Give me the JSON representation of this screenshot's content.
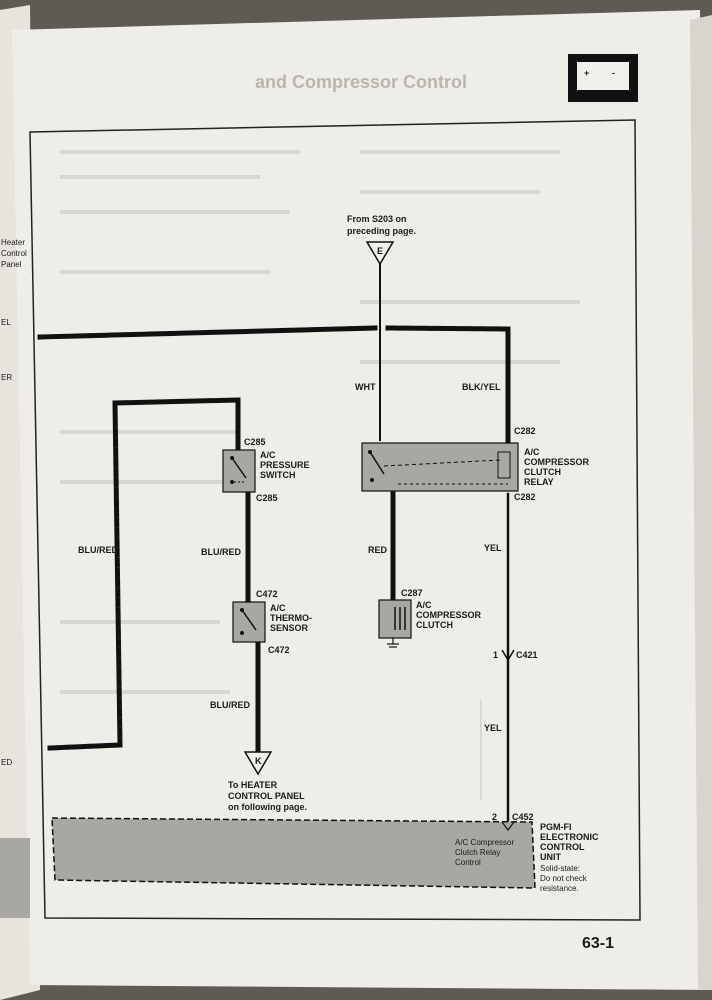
{
  "page": {
    "header_text": "and Compressor Control",
    "page_number": "63-1",
    "battery_symbol": "battery-icon",
    "battery_plus": "+",
    "battery_minus": "-"
  },
  "left_margin": {
    "labels": [
      "Heater",
      "Control",
      "Panel",
      "EL",
      "ER",
      "ED"
    ]
  },
  "diagram": {
    "from_note": [
      "From S203 on",
      "preceding page."
    ],
    "connector_e": "E",
    "connector_k": "K",
    "to_note": [
      "To HEATER",
      "CONTROL PANEL",
      "on following page."
    ],
    "wires": {
      "wht": "WHT",
      "blk_yel": "BLK/YEL",
      "blu_red_left": "BLU/RED",
      "blu_red_mid": "BLU/RED",
      "blu_red_low": "BLU/RED",
      "red": "RED",
      "yel_top": "YEL",
      "yel_low": "YEL"
    },
    "connectors": {
      "c285_top": "C285",
      "c285_bottom": "C285",
      "c472_top": "C472",
      "c472_bottom": "C472",
      "c282_top": "C282",
      "c282_bottom": "C282",
      "c287": "C287",
      "c421": "C421",
      "c421_pin": "1",
      "c452": "C452",
      "c452_pin": "2"
    },
    "components": {
      "pressure_switch": [
        "A/C",
        "PRESSURE",
        "SWITCH"
      ],
      "thermosensor": [
        "A/C",
        "THERMO-",
        "SENSOR"
      ],
      "relay": [
        "A/C",
        "COMPRESSOR",
        "CLUTCH",
        "RELAY"
      ],
      "clutch": [
        "A/C",
        "COMPRESSOR",
        "CLUTCH"
      ],
      "ecu": [
        "PGM-FI",
        "ELECTRONIC",
        "CONTROL",
        "UNIT"
      ],
      "ecu_note": [
        "Solid-state:",
        "Do not check",
        "resistance."
      ],
      "ecu_inner": [
        "A/C Compressor",
        "Clutch Relay",
        "Control"
      ]
    }
  }
}
